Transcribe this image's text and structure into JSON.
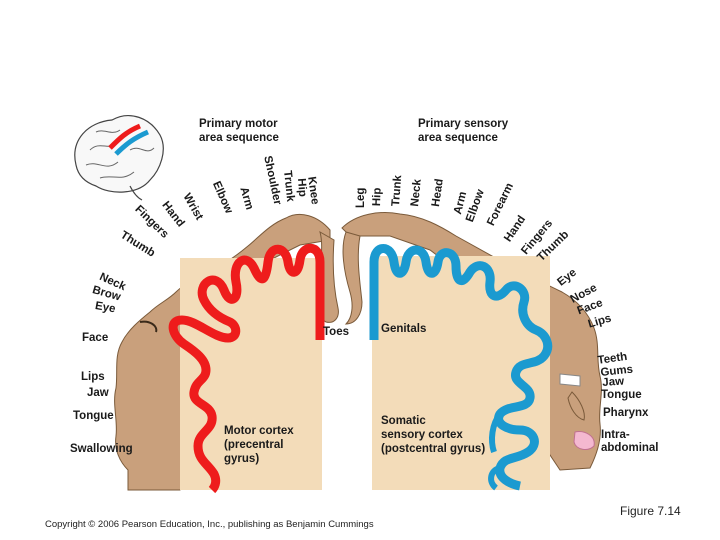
{
  "motor": {
    "title_line1": "Primary motor",
    "title_line2": "area sequence",
    "labels": [
      "Toes",
      "Knee",
      "Hip",
      "Trunk",
      "Shoulder",
      "Arm",
      "Elbow",
      "Wrist",
      "Hand",
      "Fingers",
      "Thumb",
      "Neck",
      "Brow",
      "Eye",
      "Face",
      "Lips",
      "Jaw",
      "Tongue",
      "Swallowing"
    ],
    "cortex_line1": "Motor cortex",
    "cortex_line2": "(precentral",
    "cortex_line3": "gyrus)"
  },
  "sensory": {
    "title_line1": "Primary sensory",
    "title_line2": "area sequence",
    "labels": [
      "Genitals",
      "Leg",
      "Hip",
      "Trunk",
      "Neck",
      "Head",
      "Arm",
      "Elbow",
      "Forearm",
      "Hand",
      "Fingers",
      "Thumb",
      "Eye",
      "Nose",
      "Face",
      "Lips",
      "Teeth",
      "Gums",
      "Jaw",
      "Tongue",
      "Pharynx",
      "Intra-",
      "abdominal"
    ],
    "cortex_line1": "Somatic",
    "cortex_line2": "sensory cortex",
    "cortex_line3": "(postcentral gyrus)"
  },
  "colors": {
    "motor": "#ee1c1c",
    "sensory": "#1b9ad0",
    "tissue": "#f3dcb9",
    "figure": "#c9a07c"
  },
  "footer": {
    "copyright": "Copyright © 2006 Pearson Education, Inc., publishing as Benjamin Cummings",
    "figure": "Figure 7.14"
  }
}
